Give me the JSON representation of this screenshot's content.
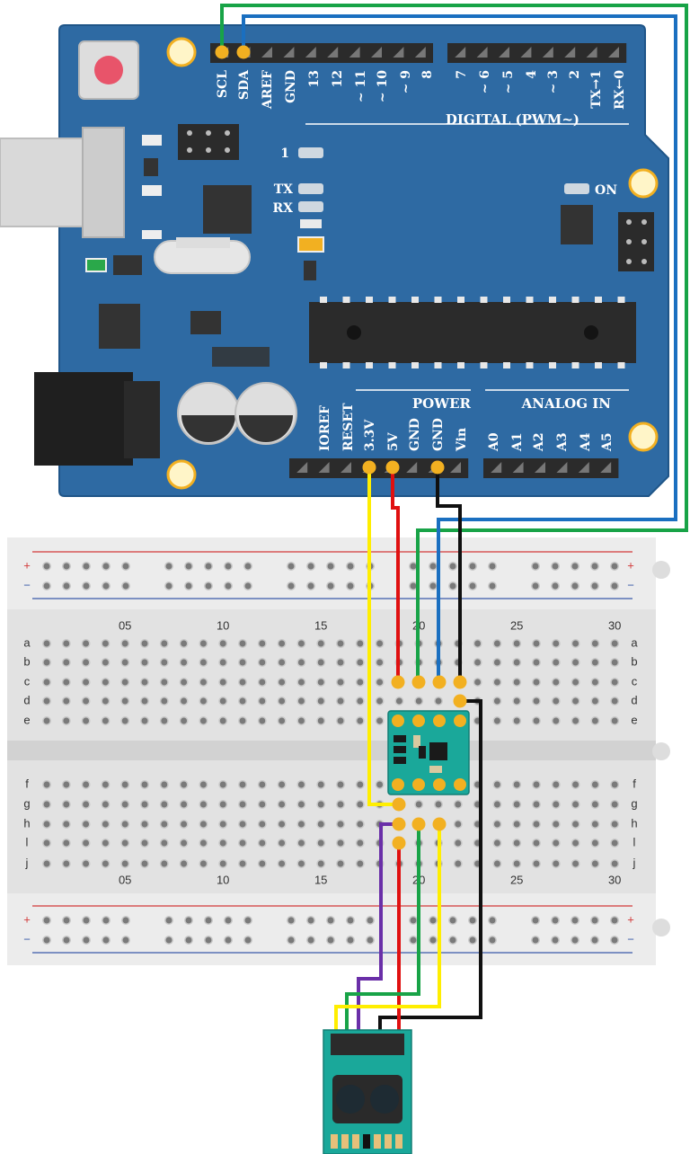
{
  "arduino": {
    "top_pins": [
      "SCL",
      "SDA",
      "AREF",
      "GND",
      "13",
      "12",
      "~ 11",
      "~ 10",
      "~ 9",
      "8",
      "7",
      "~ 6",
      "~ 5",
      "4",
      "~ 3",
      "2",
      "TX→1",
      "RX←0"
    ],
    "digital_label": "DIGITAL (PWM~)",
    "led_label_1": "1",
    "led_label_tx": "TX",
    "led_label_rx": "RX",
    "on_label": "ON",
    "power_label": "POWER",
    "analog_label": "ANALOG IN",
    "bottom_pins": [
      "IOREF",
      "RESET",
      "3.3V",
      "5V",
      "GND",
      "GND",
      "Vin"
    ],
    "analog_pins": [
      "A0",
      "A1",
      "A2",
      "A3",
      "A4",
      "A5"
    ]
  },
  "breadboard": {
    "rows_top": [
      "a",
      "b",
      "c",
      "d",
      "e"
    ],
    "rows_bottom": [
      "f",
      "g",
      "h",
      "l",
      "j"
    ],
    "col_numbers": [
      "05",
      "10",
      "15",
      "20",
      "25",
      "30"
    ],
    "plus": "+",
    "minus": "−"
  },
  "colors": {
    "board": "#2e6aa3",
    "board_edge": "#1f5588",
    "header": "#2b2b2b",
    "pin_dot": "#f2b021",
    "wire_green": "#18a347",
    "wire_blue": "#1a6fc0",
    "wire_yellow": "#ffee00",
    "wire_red": "#e01010",
    "wire_black": "#101010",
    "wire_purple": "#6a2fa8",
    "module": "#1aa89a",
    "rail_red": "#d23a3a",
    "rail_blue": "#3a5aa8"
  }
}
